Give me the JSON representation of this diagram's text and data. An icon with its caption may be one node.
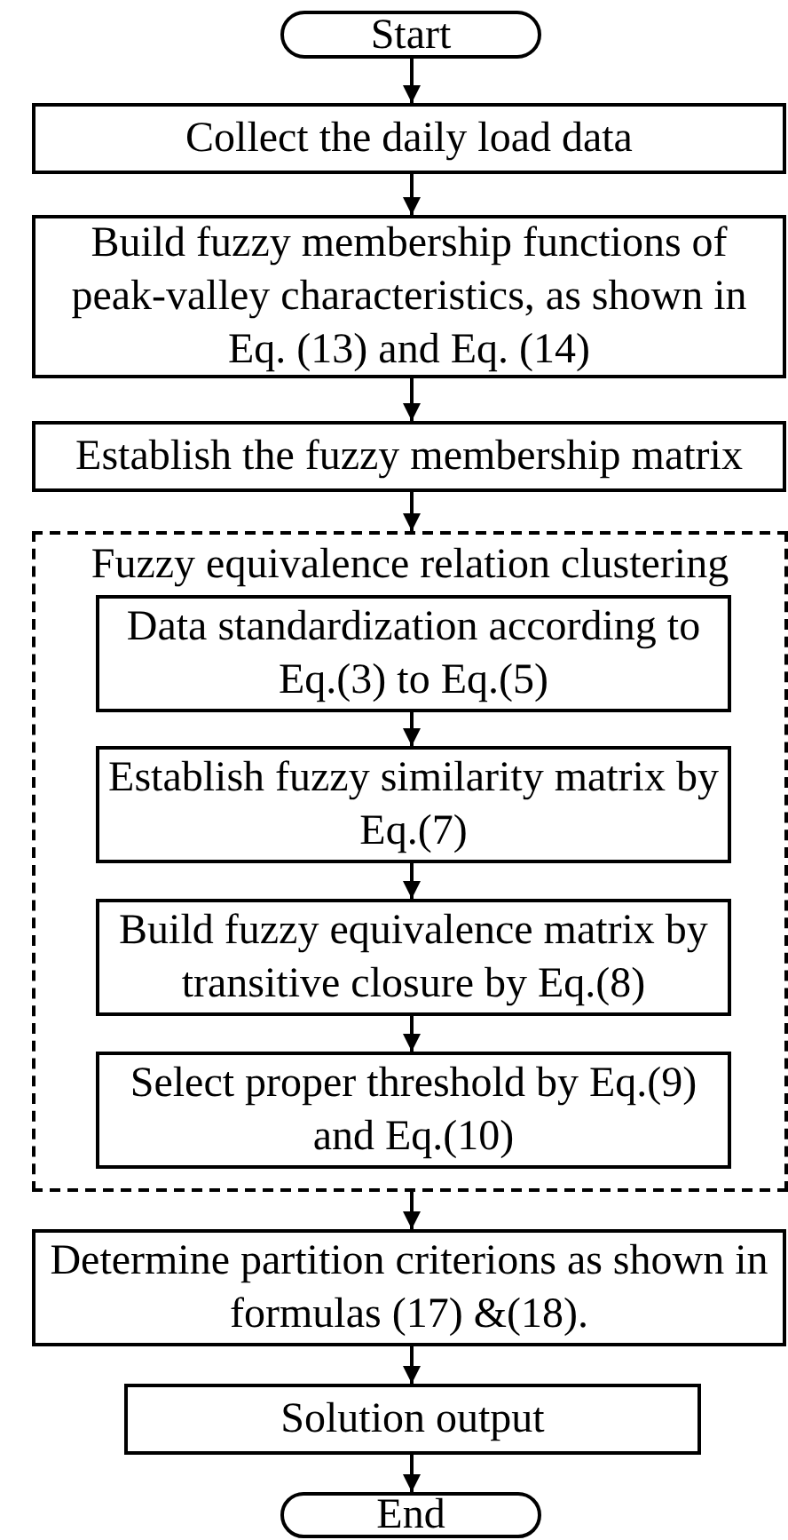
{
  "diagram": {
    "nodes": [
      {
        "text": [
          "Start"
        ]
      },
      {
        "text": [
          "Collect the daily load data"
        ]
      },
      {
        "text": [
          "Build fuzzy membership functions of peak-valley characteristics, as shown in Eq. (13) and Eq. (14)"
        ]
      },
      {
        "text": [
          "Establish the fuzzy membership matrix"
        ]
      },
      {
        "text": [
          "Fuzzy equivalence relation clustering"
        ]
      },
      {
        "text": [
          "Data standardization according to Eq.(3) to Eq.(5)"
        ],
        "in": 4
      },
      {
        "text": [
          "Establish fuzzy similarity matrix by Eq.(7)"
        ],
        "in": 4
      },
      {
        "text": [
          "Build fuzzy equivalence matrix by transitive closure by Eq.(8)"
        ],
        "in": 4
      },
      {
        "text": [
          "Select proper threshold by Eq.(9) and Eq.(10)"
        ],
        "in": 4
      },
      {
        "text": [
          "Determine partition criterions as shown in formulas (17) &(18)."
        ]
      },
      {
        "text": [
          "Solution output"
        ]
      },
      {
        "text": [
          "End"
        ]
      }
    ],
    "edges": [
      {
        "from": 0,
        "to": 1,
        "arrow": "to"
      },
      {
        "from": 1,
        "to": 2,
        "arrow": "to"
      },
      {
        "from": 2,
        "to": 3,
        "arrow": "to"
      },
      {
        "from": 3,
        "to": 4,
        "arrow": "to"
      },
      {
        "from": 5,
        "to": 6,
        "arrow": "to"
      },
      {
        "from": 6,
        "to": 7,
        "arrow": "to"
      },
      {
        "from": 7,
        "to": 8,
        "arrow": "to"
      },
      {
        "from": 4,
        "to": 9,
        "arrow": "to"
      },
      {
        "from": 9,
        "to": 10,
        "arrow": "to"
      },
      {
        "from": 10,
        "to": 11,
        "arrow": "to"
      }
    ]
  }
}
